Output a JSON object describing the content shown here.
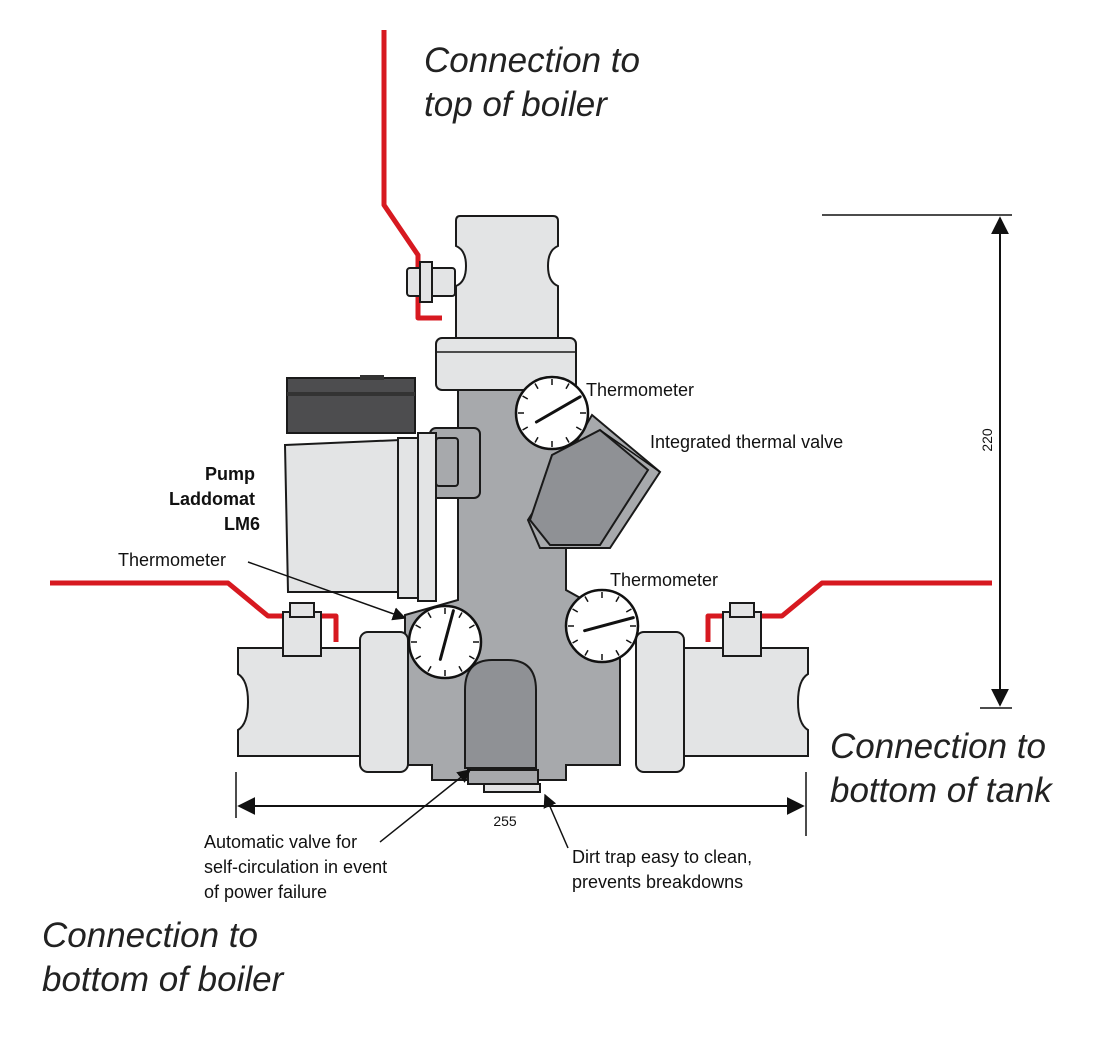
{
  "colors": {
    "pipe": "#d71920",
    "body": "#a7a9ac",
    "body_dark": "#8f9195",
    "fitting": "#e3e4e5",
    "motor_head": "#4d4d4f"
  },
  "labels": {
    "top_boiler": [
      "Connection to",
      "top of boiler"
    ],
    "bottom_tank": [
      "Connection to",
      "bottom of tank"
    ],
    "bottom_boiler": [
      "Connection to",
      "bottom of boiler"
    ],
    "pump": [
      "Pump",
      "Laddomat",
      "LM6"
    ],
    "thermometer_top": "Thermometer",
    "thermometer_left": "Thermometer",
    "thermometer_right": "Thermometer",
    "thermal_valve": "Integrated thermal valve",
    "auto_valve": [
      "Automatic valve for",
      "self-circulation in event",
      "of power failure"
    ],
    "dirt_trap": [
      "Dirt trap easy to clean,",
      "prevents breakdowns"
    ]
  },
  "dimensions": {
    "height": "220",
    "width": "255"
  },
  "gauges": {
    "top": {
      "needle_angle": 60
    },
    "left": {
      "needle_angle": 15
    },
    "right": {
      "needle_angle": 75
    }
  }
}
